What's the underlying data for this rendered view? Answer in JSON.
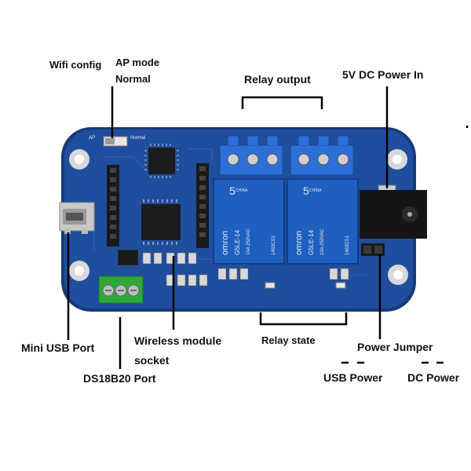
{
  "labels": {
    "wifi_config": "Wifi config",
    "ap_mode": "AP mode",
    "normal": "Normal",
    "relay_output": "Relay output",
    "dc_power_in": "5V DC Power In",
    "mini_usb_port": "Mini USB Port",
    "wireless_module_line1": "Wireless module",
    "wireless_module_line2": "socket",
    "ds18b20_port": "DS18B20 Port",
    "relay_state": "Relay state",
    "power_jumper": "Power Jumper",
    "usb_power": "USB Power",
    "dc_power": "DC Power"
  },
  "board": {
    "switch_label_ap": "AP",
    "switch_label_normal": "Normal",
    "relay_brand": "omron",
    "relay_model": "G5LE-14",
    "relay_rating": "10A 250VAC",
    "relay_code": "1463CS1",
    "relay_mark": "5",
    "relay_country": "CHINA",
    "colors": {
      "pcb": "#1f4e9e",
      "pcb_edge": "#163a7a",
      "relay_body": "#1f5fbf",
      "terminal_block": "#2c6fd6",
      "ds18b20_terminal": "#2fa83a",
      "header": "#1a1a1a",
      "chip": "#1c1c1c",
      "silkscreen": "#e8eef8"
    }
  }
}
